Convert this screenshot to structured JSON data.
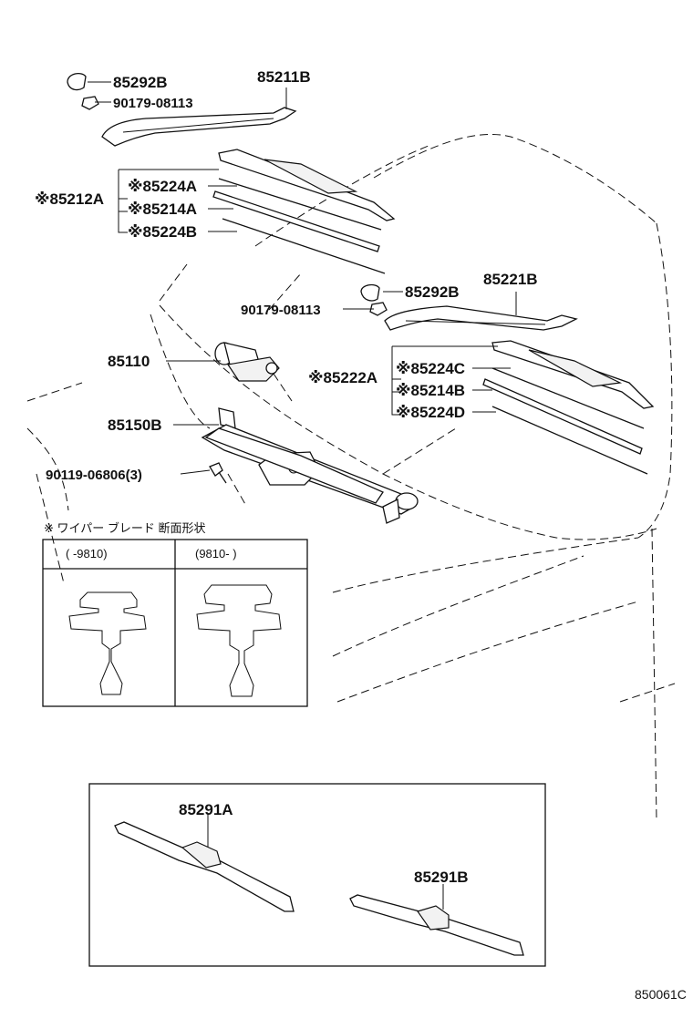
{
  "callouts": {
    "cap_lh": "85292B",
    "nut_lh": "90179-08113",
    "arm_lh": "85211B",
    "blade_assy_lh": "※85212A",
    "blade_sub_a": "※85224A",
    "rubber_a": "※85214A",
    "blade_sub_b": "※85224B",
    "cap_rh": "85292B",
    "nut_rh": "90179-08113",
    "arm_rh": "85221B",
    "motor": "85110",
    "blade_assy_rh": "※85222A",
    "blade_sub_c": "※85224C",
    "rubber_b": "※85214B",
    "blade_sub_d": "※85224D",
    "link": "85150B",
    "bolt": "90119-06806(3)",
    "blade_alt_a": "85291A",
    "blade_alt_b": "85291B"
  },
  "section_table": {
    "title": "※ ワイパー ブレード 断面形状",
    "col1": "(      -9810)",
    "col2": "(9810-      )"
  },
  "figure_ref": "850061C"
}
